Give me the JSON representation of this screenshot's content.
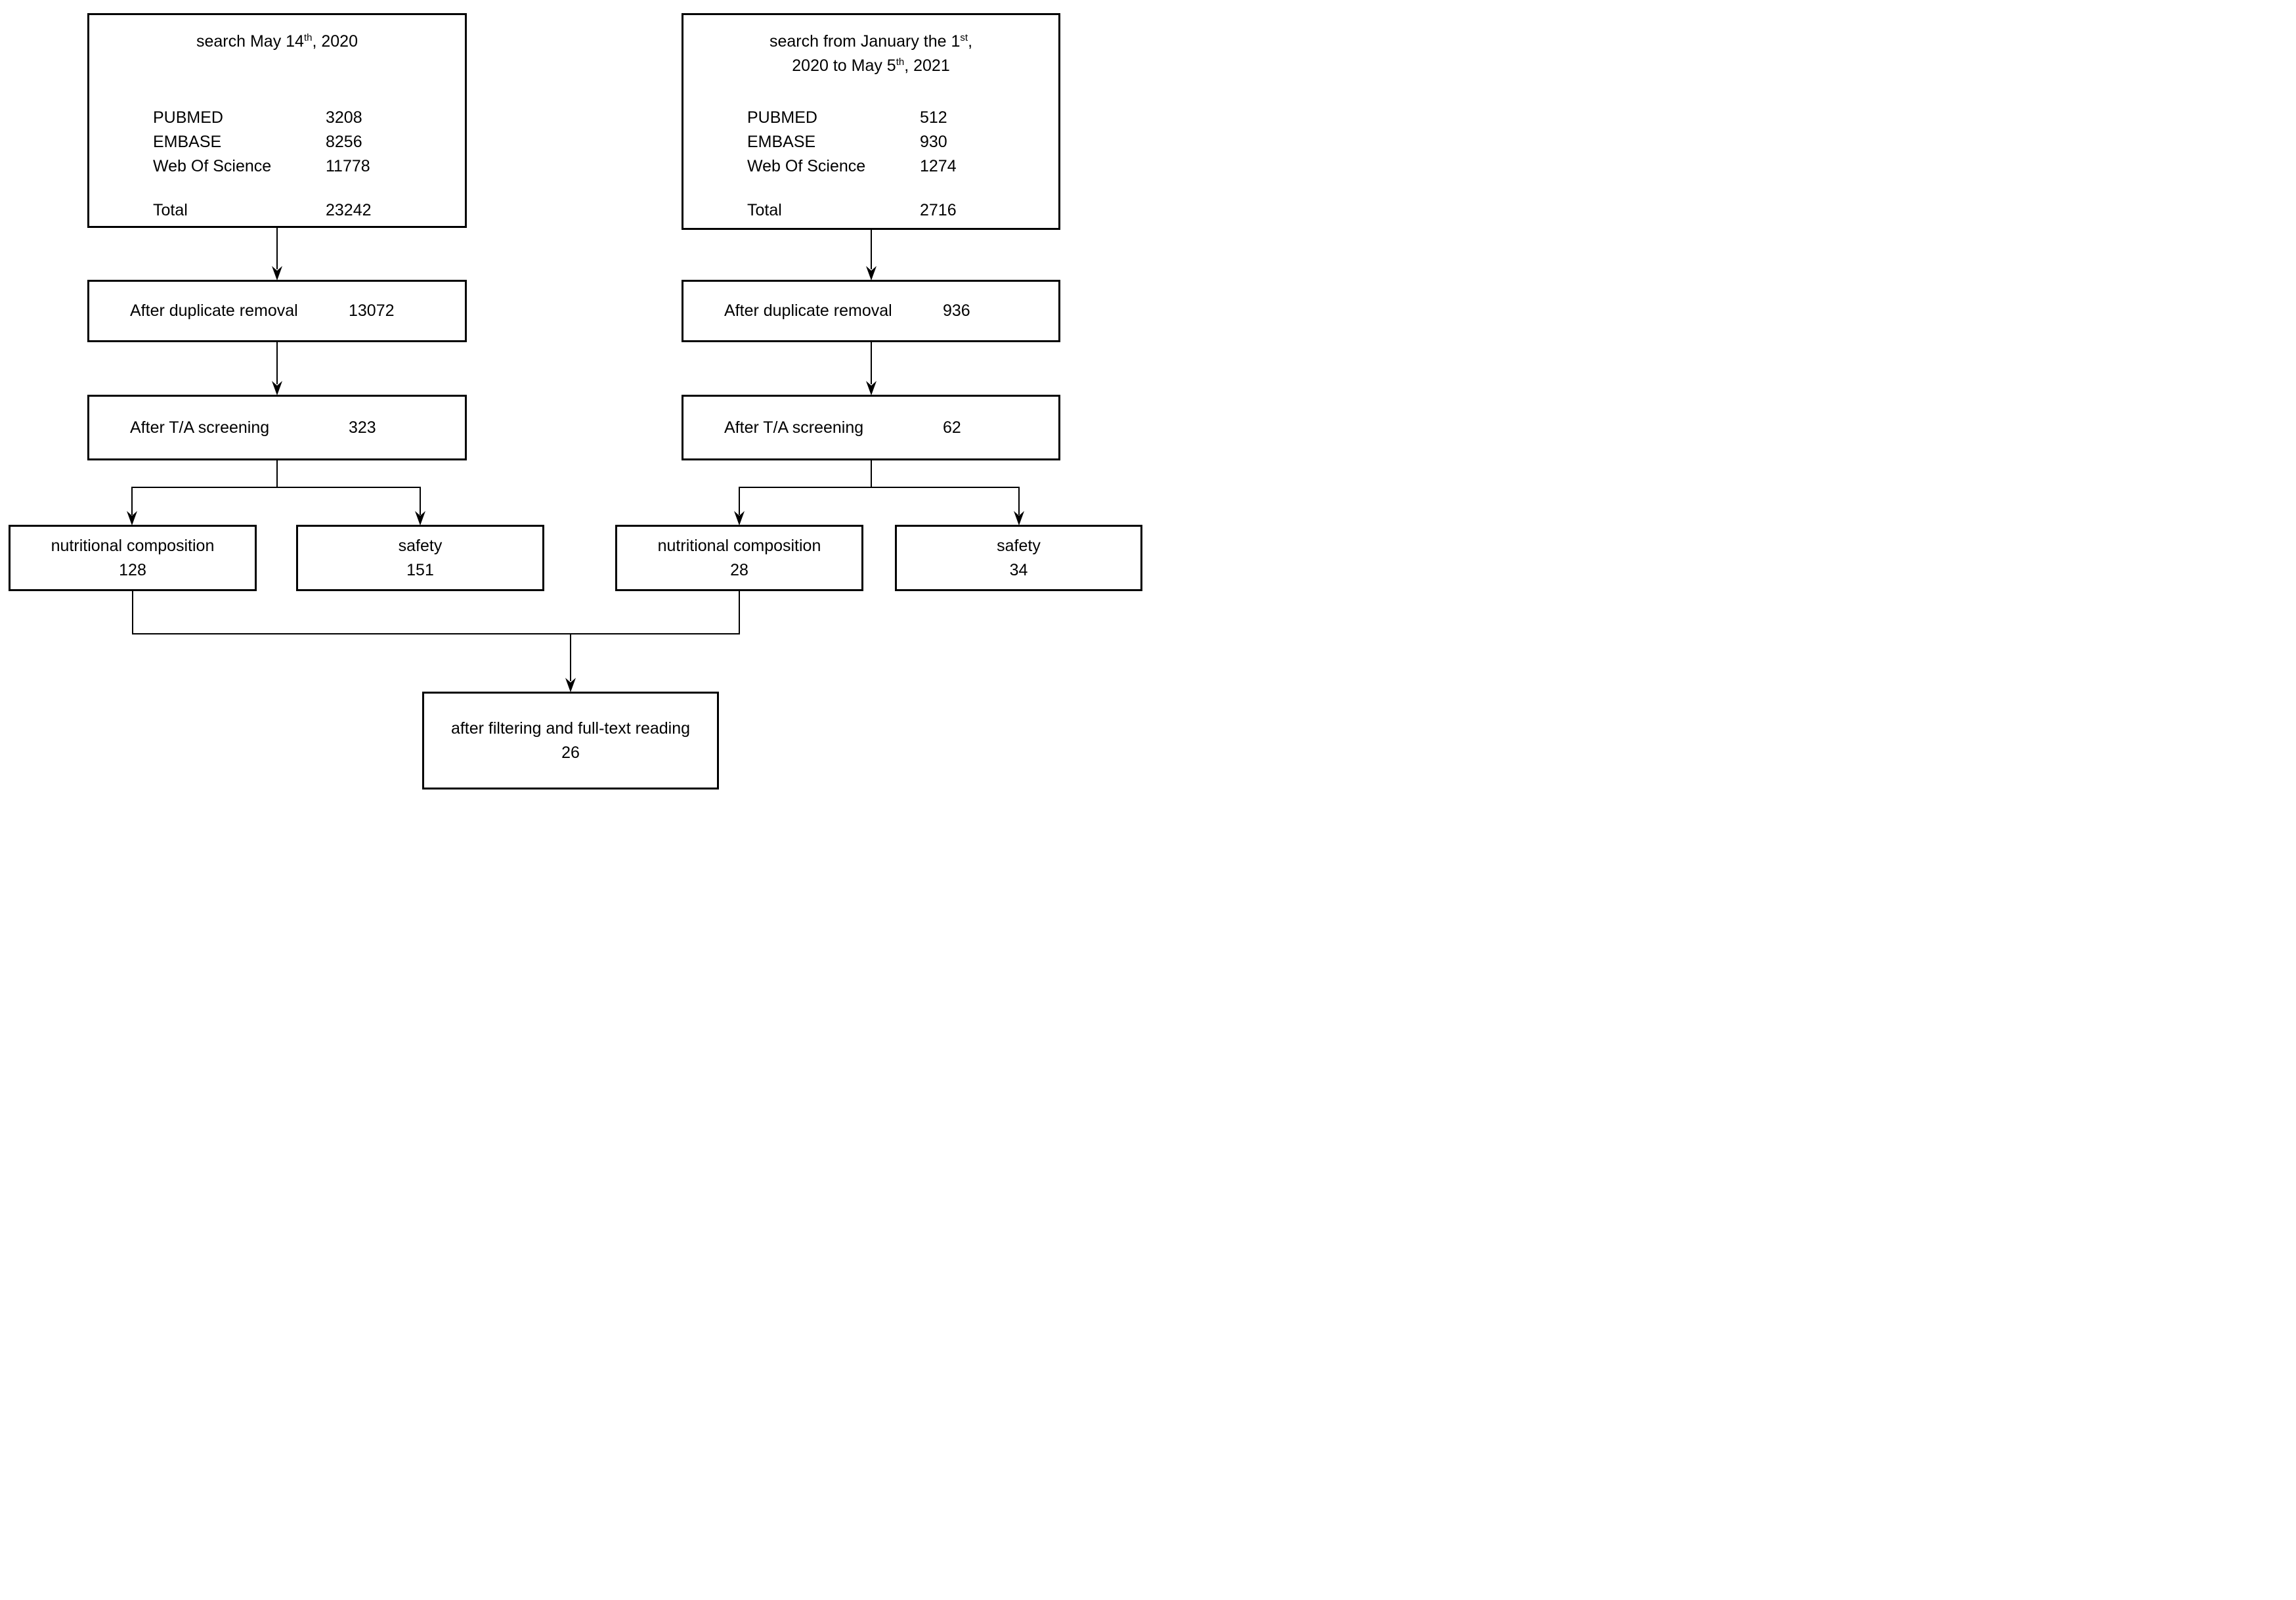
{
  "colors": {
    "line": "#000000",
    "background": "#ffffff",
    "text": "#000000"
  },
  "left_column": {
    "search_box": {
      "title": {
        "pre": "search May 14",
        "sup": "th",
        "post": ", 2020"
      },
      "rows": [
        {
          "label": "PUBMED",
          "value": "3208"
        },
        {
          "label": "EMBASE",
          "value": "8256"
        },
        {
          "label": "Web Of Science",
          "value": "11778"
        }
      ],
      "total": {
        "label": "Total",
        "value": "23242"
      }
    },
    "duplicate_box": {
      "label": "After duplicate removal",
      "value": "13072"
    },
    "screening_box": {
      "label": "After T/A screening",
      "value": "323"
    },
    "nutritional_box": {
      "label": "nutritional composition",
      "value": "128"
    },
    "safety_box": {
      "label": "safety",
      "value": "151"
    }
  },
  "right_column": {
    "search_box": {
      "title_line1": {
        "pre": "search from January the 1",
        "sup": "st",
        "post": ","
      },
      "title_line2": {
        "pre": "2020 to May 5",
        "sup": "th",
        "post": ", 2021"
      },
      "rows": [
        {
          "label": "PUBMED",
          "value": "512"
        },
        {
          "label": "EMBASE",
          "value": "930"
        },
        {
          "label": "Web Of Science",
          "value": "1274"
        }
      ],
      "total": {
        "label": "Total",
        "value": "2716"
      }
    },
    "duplicate_box": {
      "label": "After duplicate removal",
      "value": "936"
    },
    "screening_box": {
      "label": "After T/A screening",
      "value": "62"
    },
    "nutritional_box": {
      "label": "nutritional composition",
      "value": "28"
    },
    "safety_box": {
      "label": "safety",
      "value": "34"
    }
  },
  "final_box": {
    "label": "after filtering and full-text reading",
    "value": "26"
  }
}
